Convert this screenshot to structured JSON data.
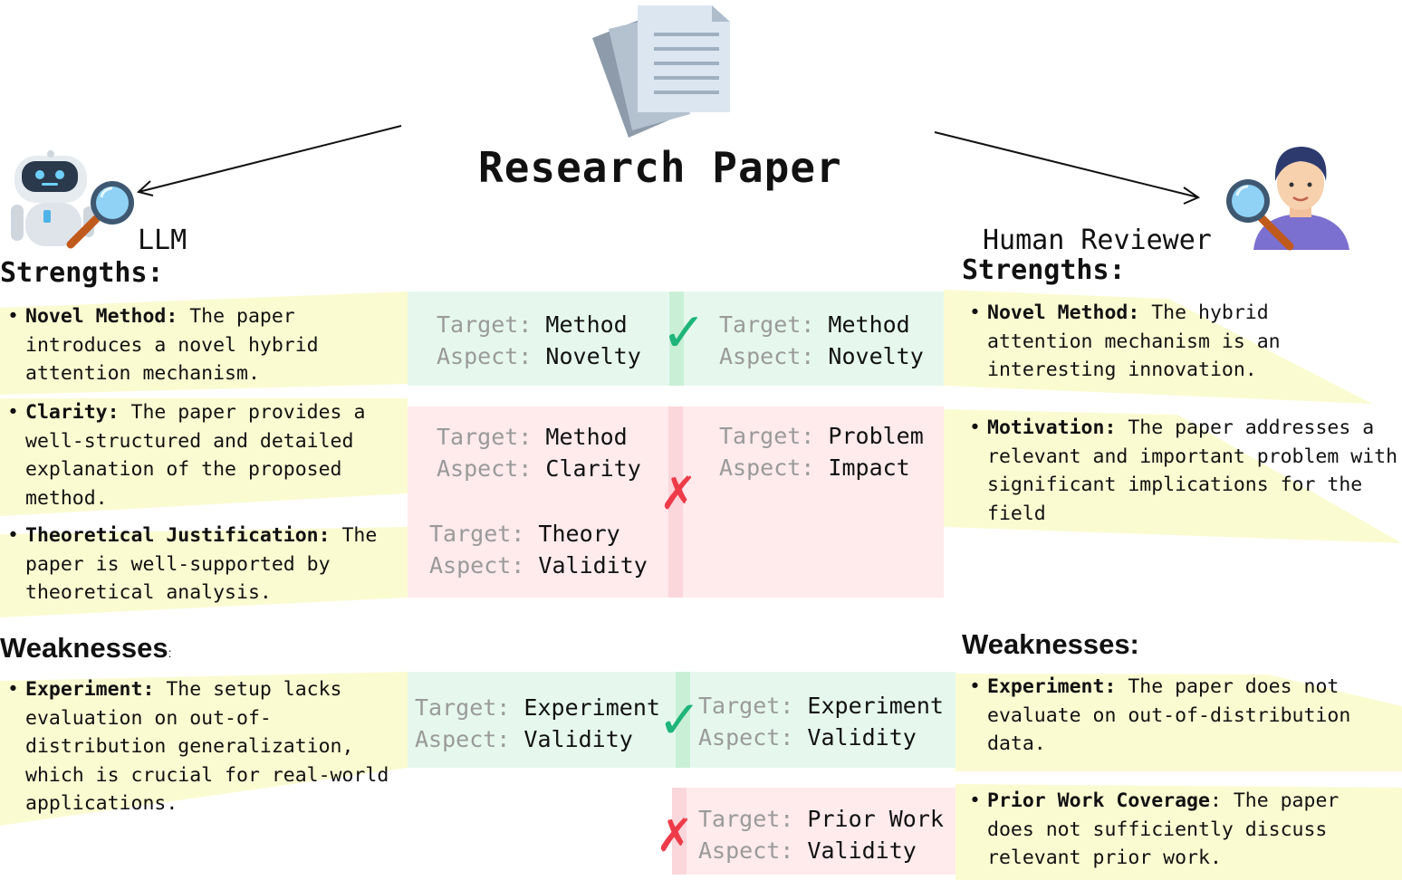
{
  "title": "Research Paper",
  "llm": {
    "label": "LLM",
    "strengths_heading": "Strengths:",
    "weaknesses_heading": "Weaknesses",
    "weaknesses_colon": ":",
    "strengths": [
      {
        "head": "Novel Method:",
        "text": " The paper introduces a novel hybrid attention mechanism."
      },
      {
        "head": "Clarity:",
        "text": " The paper provides a well-structured and detailed explanation of the proposed method."
      },
      {
        "head": "Theoretical Justification:",
        "text": " The paper is well-supported by theoretical analysis."
      }
    ],
    "weaknesses": [
      {
        "head": "Experiment:",
        "text": " The setup lacks evaluation on out-of-distribution generalization, which is crucial for real-world applications."
      }
    ]
  },
  "human": {
    "label": "Human Reviewer",
    "strengths_heading": "Strengths:",
    "weaknesses_heading": "Weaknesses:",
    "strengths": [
      {
        "head": "Novel Method:",
        "text": " The hybrid attention mechanism is an interesting innovation."
      },
      {
        "head": "Motivation:",
        "text": " The paper addresses a relevant and important problem with significant implications for the field"
      }
    ],
    "weaknesses": [
      {
        "head": "Experiment:",
        "text": " The paper does not evaluate on out-of-distribution data."
      },
      {
        "head": "Prior Work Coverage",
        "text": ": The paper does not sufficiently discuss relevant prior work."
      }
    ]
  },
  "labels": {
    "target": "Target:",
    "aspect": "Aspect:"
  },
  "pairs": {
    "s1_left": {
      "target": "Method",
      "aspect": "Novelty"
    },
    "s1_right": {
      "target": "Method",
      "aspect": "Novelty"
    },
    "s2_left_a": {
      "target": "Method",
      "aspect": "Clarity"
    },
    "s2_left_b": {
      "target": "Theory",
      "aspect": "Validity"
    },
    "s2_right": {
      "target": "Problem",
      "aspect": "Impact"
    },
    "w1_left": {
      "target": "Experiment",
      "aspect": "Validity"
    },
    "w1_right": {
      "target": "Experiment",
      "aspect": "Validity"
    },
    "w2_right": {
      "target": "Prior Work",
      "aspect": "Validity"
    }
  },
  "marks": {
    "match": "✓",
    "mismatch": "✗"
  },
  "colors": {
    "match_bg": "#e6f8ee",
    "mismatch_bg": "#ffeaec",
    "check": "#1fb57a",
    "cross": "#ee3b4a",
    "highlight": "#fbfbd2"
  },
  "icons": [
    "paper-stack-icon",
    "robot-icon",
    "magnifier-icon",
    "person-icon"
  ]
}
